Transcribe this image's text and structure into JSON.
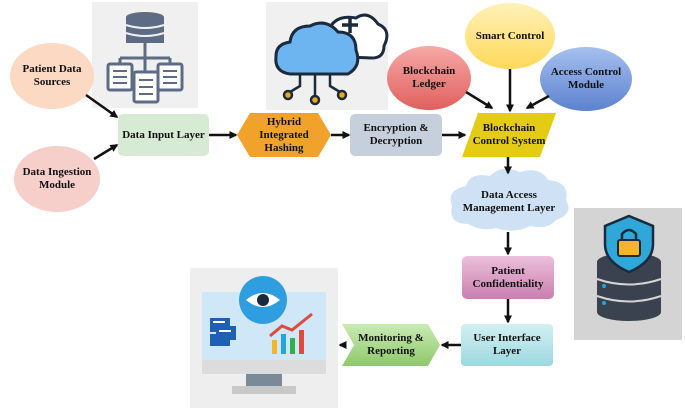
{
  "nodes": {
    "patient_data_sources": "Patient Data Sources",
    "data_ingestion_module": "Data Ingestion Module",
    "data_input_layer": "Data Input Layer",
    "hybrid_integrated_hashing": "Hybrid Integrated Hashing",
    "encryption_decryption": "Encryption & Decryption",
    "blockchain_control_system": "Blockchain Control System",
    "smart_control": "Smart Control",
    "blockchain_ledger": "Blockchain Ledger",
    "access_control_module": "Access Control Module",
    "data_access_management_layer": "Data Access Management Layer",
    "patient_confidentiality": "Patient Confidentiality",
    "user_interface_layer": "User Interface Layer",
    "monitoring_reporting": "Monitoring & Reporting"
  },
  "icons": {
    "database_network": "database-network-icon",
    "cloud_network": "cloud-network-icon",
    "secure_database": "secure-database-icon",
    "monitoring_monitor": "monitoring-monitor-icon"
  },
  "colors": {
    "patient_sources_fill": "#fbd9c3",
    "ingestion_fill": "#f6cfcb",
    "input_layer_fill": "#d7ead3",
    "hashing_fill": "#f1a22b",
    "encryption_fill": "#c6d0dc",
    "control_system_fill": "#e4cc14",
    "smart_control_fill": "#ffe68a",
    "ledger_fill": "#ee7a78",
    "access_module_fill": "#7d9ee0",
    "cloud_fill": "#cfe2f5",
    "confidentiality_fill": "#d9a2c6",
    "ui_layer_fill": "#b9e5ea",
    "monitoring_fill": "#a9d789"
  }
}
